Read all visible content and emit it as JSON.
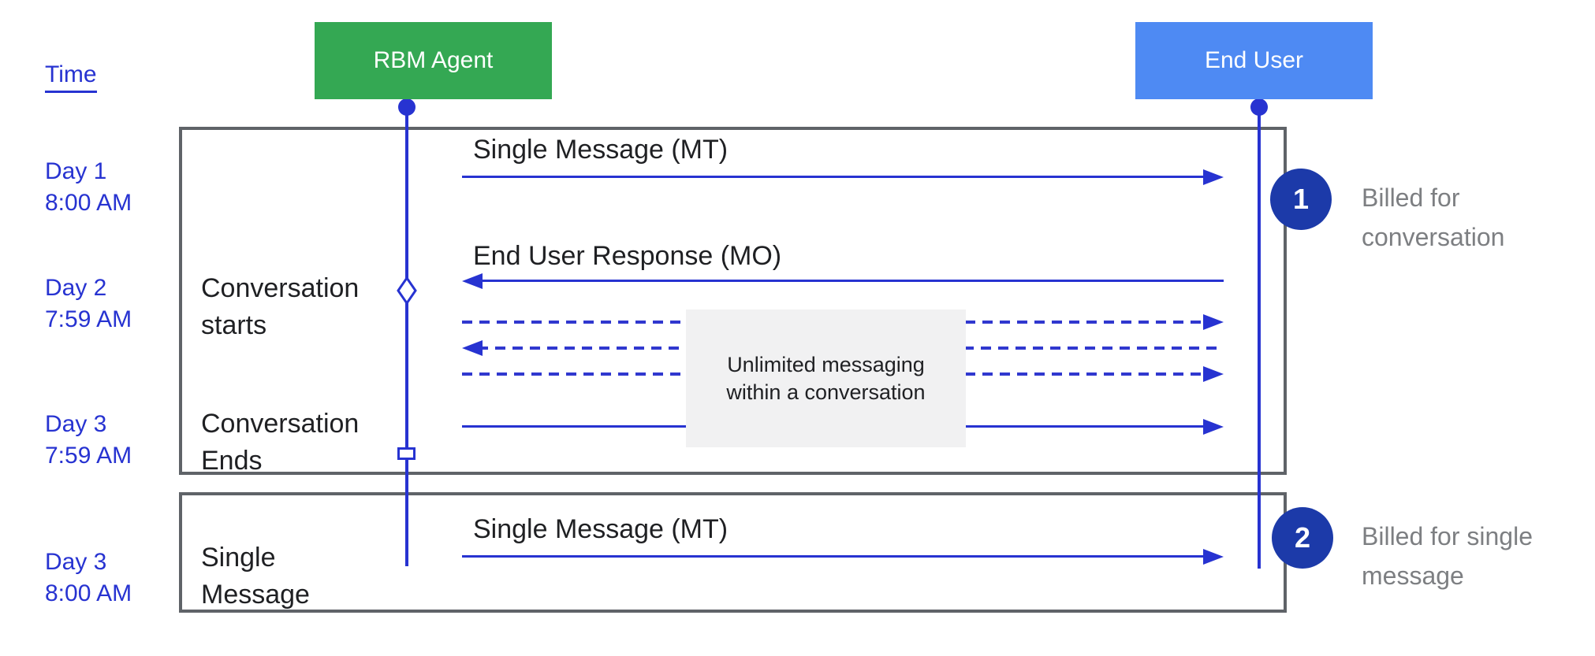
{
  "header": {
    "time_label": "Time",
    "agent_label": "RBM Agent",
    "end_user_label": "End User"
  },
  "time_markers": [
    {
      "day": "Day 1",
      "time": "8:00 AM"
    },
    {
      "day": "Day 2",
      "time": "7:59 AM"
    },
    {
      "day": "Day 3",
      "time": "7:59 AM"
    },
    {
      "day": "Day 3",
      "time": "8:00 AM"
    }
  ],
  "lifeline_labels": [
    {
      "line1": "Conversation",
      "line2": "starts"
    },
    {
      "line1": "Conversation",
      "line2": "Ends"
    },
    {
      "line1": "Single",
      "line2": "Message"
    }
  ],
  "messages": [
    {
      "label": "Single Message (MT)",
      "direction": "right",
      "style": "solid"
    },
    {
      "label": "End User Response (MO)",
      "direction": "left",
      "style": "solid"
    },
    {
      "label": "",
      "direction": "right",
      "style": "dashed"
    },
    {
      "label": "",
      "direction": "left",
      "style": "dashed"
    },
    {
      "label": "",
      "direction": "right",
      "style": "dashed"
    },
    {
      "label": "",
      "direction": "right",
      "style": "solid"
    },
    {
      "label": "Single Message (MT)",
      "direction": "right",
      "style": "solid"
    }
  ],
  "note": {
    "line1": "Unlimited messaging",
    "line2": "within a conversation"
  },
  "annotations": [
    {
      "badge": "1",
      "line1": "Billed for",
      "line2": "conversation"
    },
    {
      "badge": "2",
      "line1": "Billed for single",
      "line2": "message"
    }
  ],
  "colors": {
    "agent_green": "#34a853",
    "end_user_blue": "#4e8af3",
    "line_blue": "#2733d1",
    "badge_navy": "#1c3aa9",
    "frame_gray": "#5f6368",
    "note_background": "#f1f1f2",
    "annotation_gray": "#7d7f82"
  }
}
